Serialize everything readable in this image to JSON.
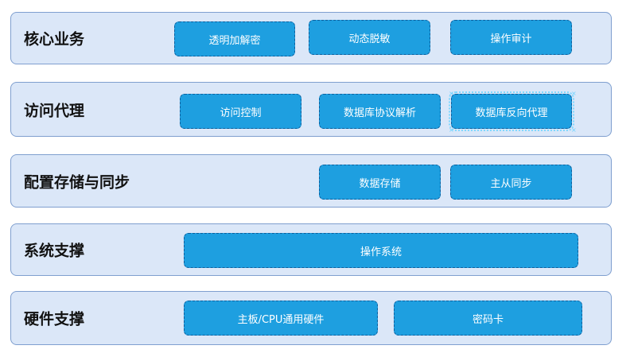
{
  "layers": [
    {
      "title": "核心业务",
      "boxes": [
        "透明加解密",
        "动态脱敏",
        "操作审计"
      ]
    },
    {
      "title": "访问代理",
      "boxes": [
        "访问控制",
        "数据库协议解析",
        "数据库反向代理"
      ]
    },
    {
      "title": "配置存储与同步",
      "boxes": [
        "数据存储",
        "主从同步"
      ]
    },
    {
      "title": "系统支撑",
      "boxes": [
        "操作系统"
      ]
    },
    {
      "title": "硬件支撑",
      "boxes": [
        "主板/CPU通用硬件",
        "密码卡"
      ]
    }
  ],
  "colors": {
    "layer_bg": "#dbe7f8",
    "layer_border": "#7f9fcf",
    "box_fill": "#1e9fe0",
    "box_border": "#0c5f9e",
    "selection": "#6fd3ff"
  }
}
